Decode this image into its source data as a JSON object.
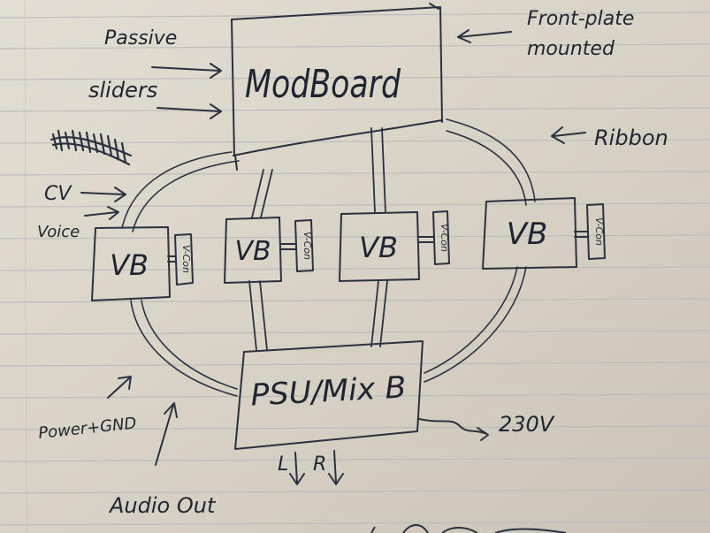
{
  "nodes": {
    "modboard": "ModBoard",
    "vb1": "VB",
    "vb2": "VB",
    "vb3": "VB",
    "vb4": "VB",
    "psu": "PSU/Mix B"
  },
  "connectors": {
    "vcon1": "V-Con",
    "vcon2": "V-Con",
    "vcon3": "V-Con",
    "vcon4": "V-Con"
  },
  "annotations": {
    "front_plate_line1": "Front-plate",
    "front_plate_line2": "mounted",
    "passive": "Passive",
    "sliders": "sliders",
    "ribbon": "Ribbon",
    "cv": "CV",
    "voice": "Voice",
    "power_gnd": "Power+GND",
    "audio_out": "Audio Out",
    "mains": "230V",
    "left": "L",
    "right": "R"
  }
}
